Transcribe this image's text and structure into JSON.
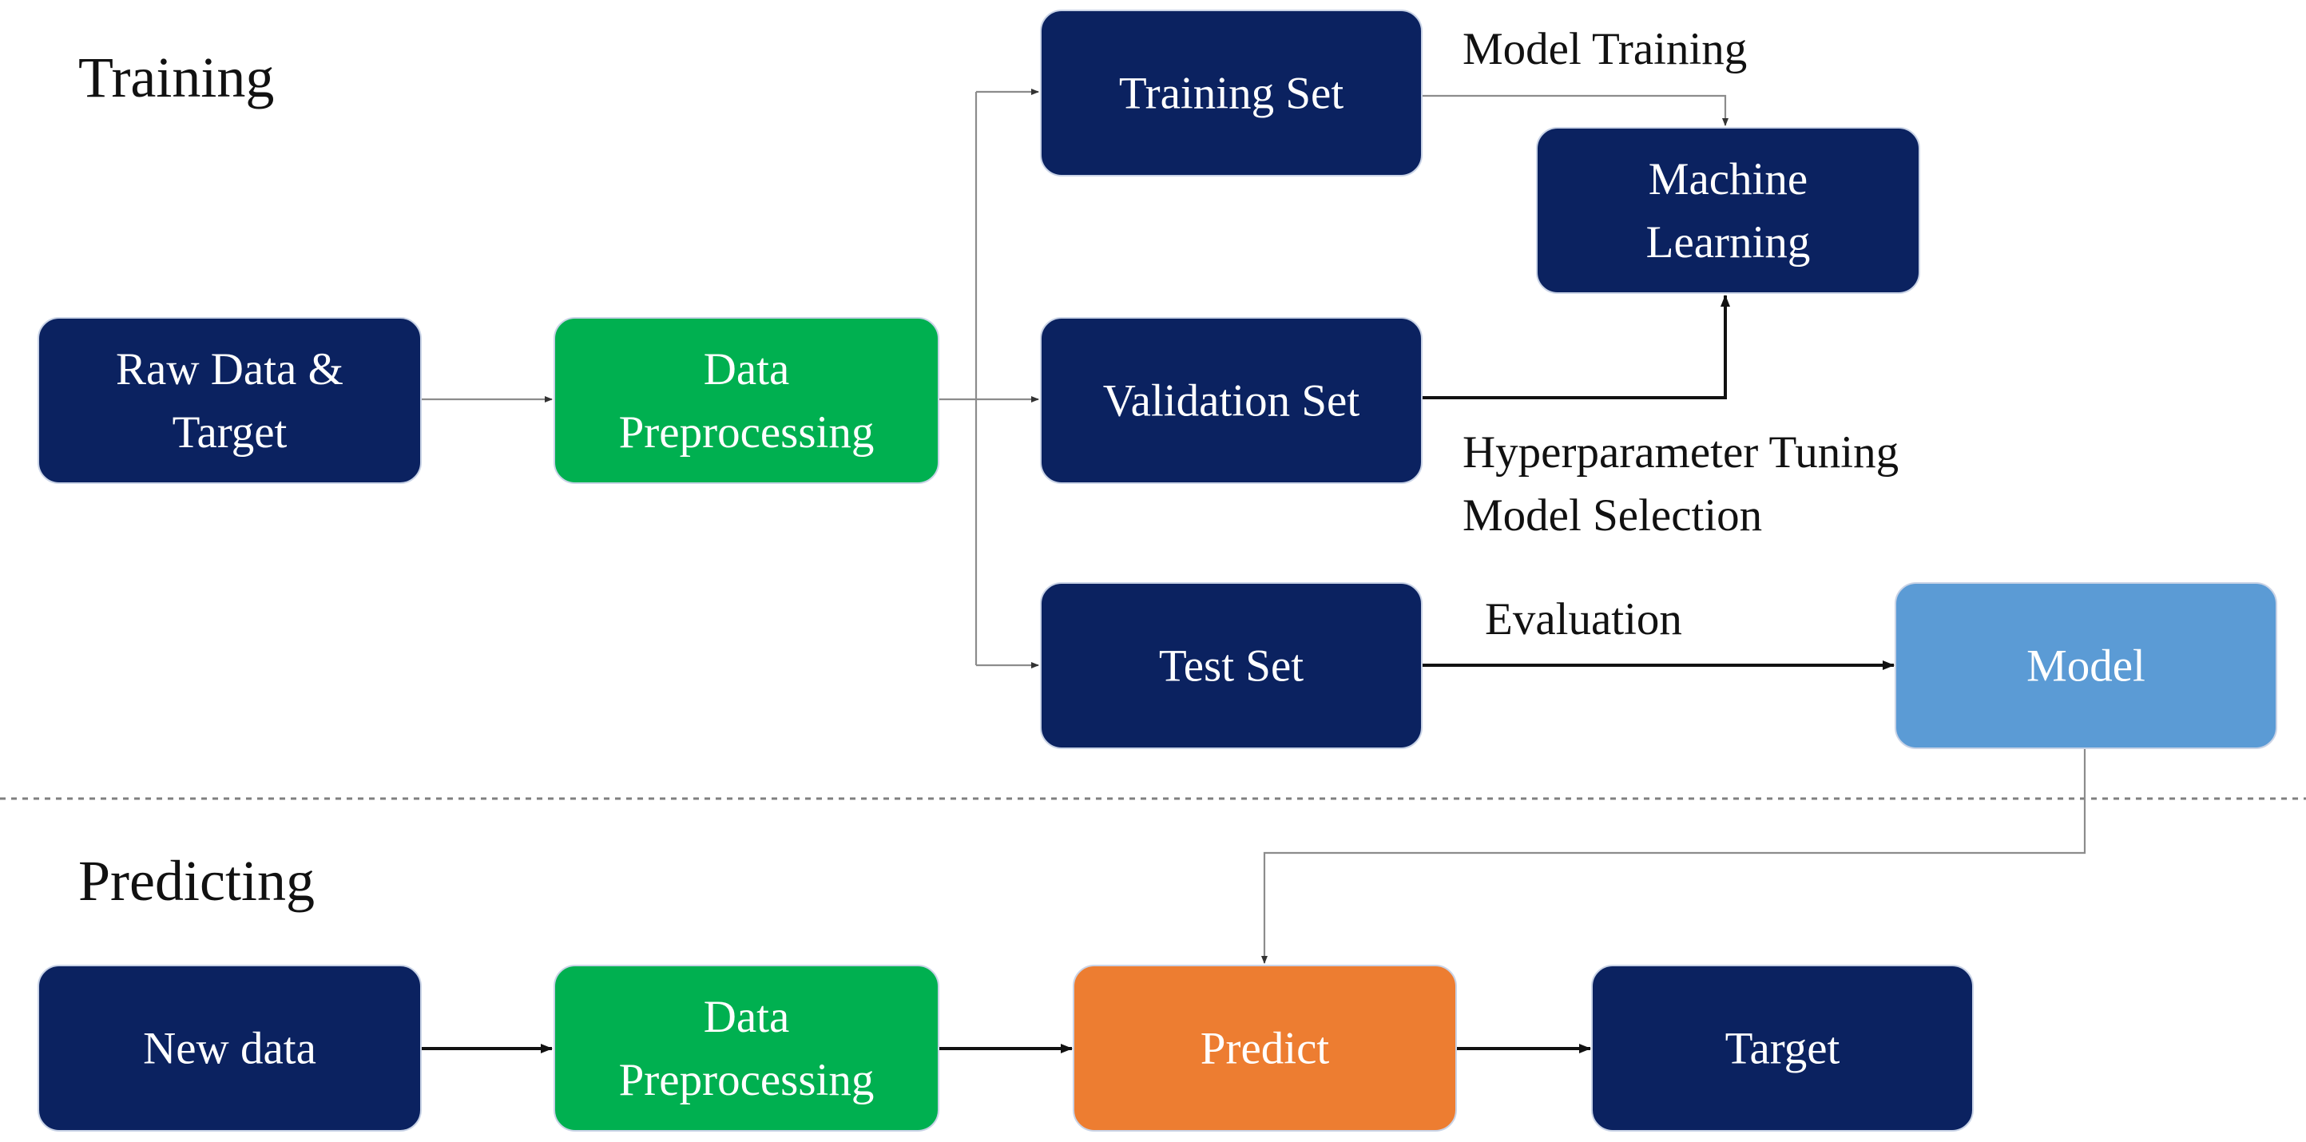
{
  "sections": {
    "training": "Training",
    "predicting": "Predicting"
  },
  "colors": {
    "navy": "#0b2260",
    "green": "#00b050",
    "light_blue": "#5b9bd5",
    "orange": "#ed7d31"
  },
  "nodes": {
    "raw_data": {
      "lines": [
        "Raw Data &",
        "Target"
      ],
      "color": "navy"
    },
    "preprocessing_train": {
      "lines": [
        "Data",
        "Preprocessing"
      ],
      "color": "green"
    },
    "training_set": {
      "lines": [
        "Training Set"
      ],
      "color": "navy"
    },
    "validation_set": {
      "lines": [
        "Validation Set"
      ],
      "color": "navy"
    },
    "test_set": {
      "lines": [
        "Test Set"
      ],
      "color": "navy"
    },
    "machine_learning": {
      "lines": [
        "Machine",
        "Learning"
      ],
      "color": "navy"
    },
    "model": {
      "lines": [
        "Model"
      ],
      "color": "light_blue"
    },
    "new_data": {
      "lines": [
        "New data"
      ],
      "color": "navy"
    },
    "preprocessing_predict": {
      "lines": [
        "Data",
        "Preprocessing"
      ],
      "color": "green"
    },
    "predict": {
      "lines": [
        "Predict"
      ],
      "color": "orange"
    },
    "target": {
      "lines": [
        "Target"
      ],
      "color": "navy"
    }
  },
  "edge_labels": {
    "model_training": "Model Training",
    "hyperparameter_tuning": "Hyperparameter Tuning",
    "model_selection": "Model Selection",
    "evaluation": "Evaluation"
  }
}
